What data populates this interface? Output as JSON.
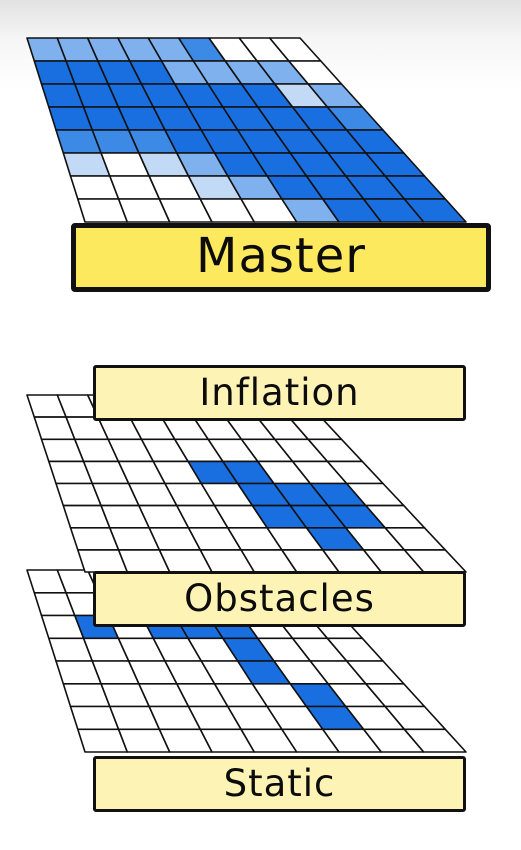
{
  "labels": {
    "master": "Master",
    "inflation": "Inflation",
    "obstacles": "Obstacles",
    "static": "Static"
  },
  "colors": {
    "white": "#ffffff",
    "pale_blue": "#c3daf6",
    "light_blue": "#7fb1ee",
    "mid_blue": "#3d8ae6",
    "blue": "#1a6fe0",
    "grid_line": "#111111"
  },
  "grids": [
    {
      "id": "master",
      "cells": [
        "LLLLLMWWW",
        "BBBBLLLLW",
        "BBBBBBBPL",
        "BBBBBBBBM",
        "MMMBBBBBB",
        "PWPLBBBBB",
        "WWWPLBBBB",
        "WWWWWLBBB"
      ]
    },
    {
      "id": "inflation",
      "cells": [
        "WWWWWWWWW",
        "WWWWWWWWW",
        "WWWWWWWWW",
        "WWWWBBWWW",
        "WWWWWBBBW",
        "WWWWWBBBW",
        "WWWWWWBWW",
        "WWWWWWWWW"
      ]
    },
    {
      "id": "obstacles",
      "cells": [
        "WWWWWWWWW",
        "WWWWWWWWW",
        "WBWBBBWWW",
        "WWWWWBWWW",
        "WWWWWBWWW",
        "WWWWWWBWW",
        "WWWWWWBWW",
        "WWWWWWWWW"
      ]
    }
  ]
}
